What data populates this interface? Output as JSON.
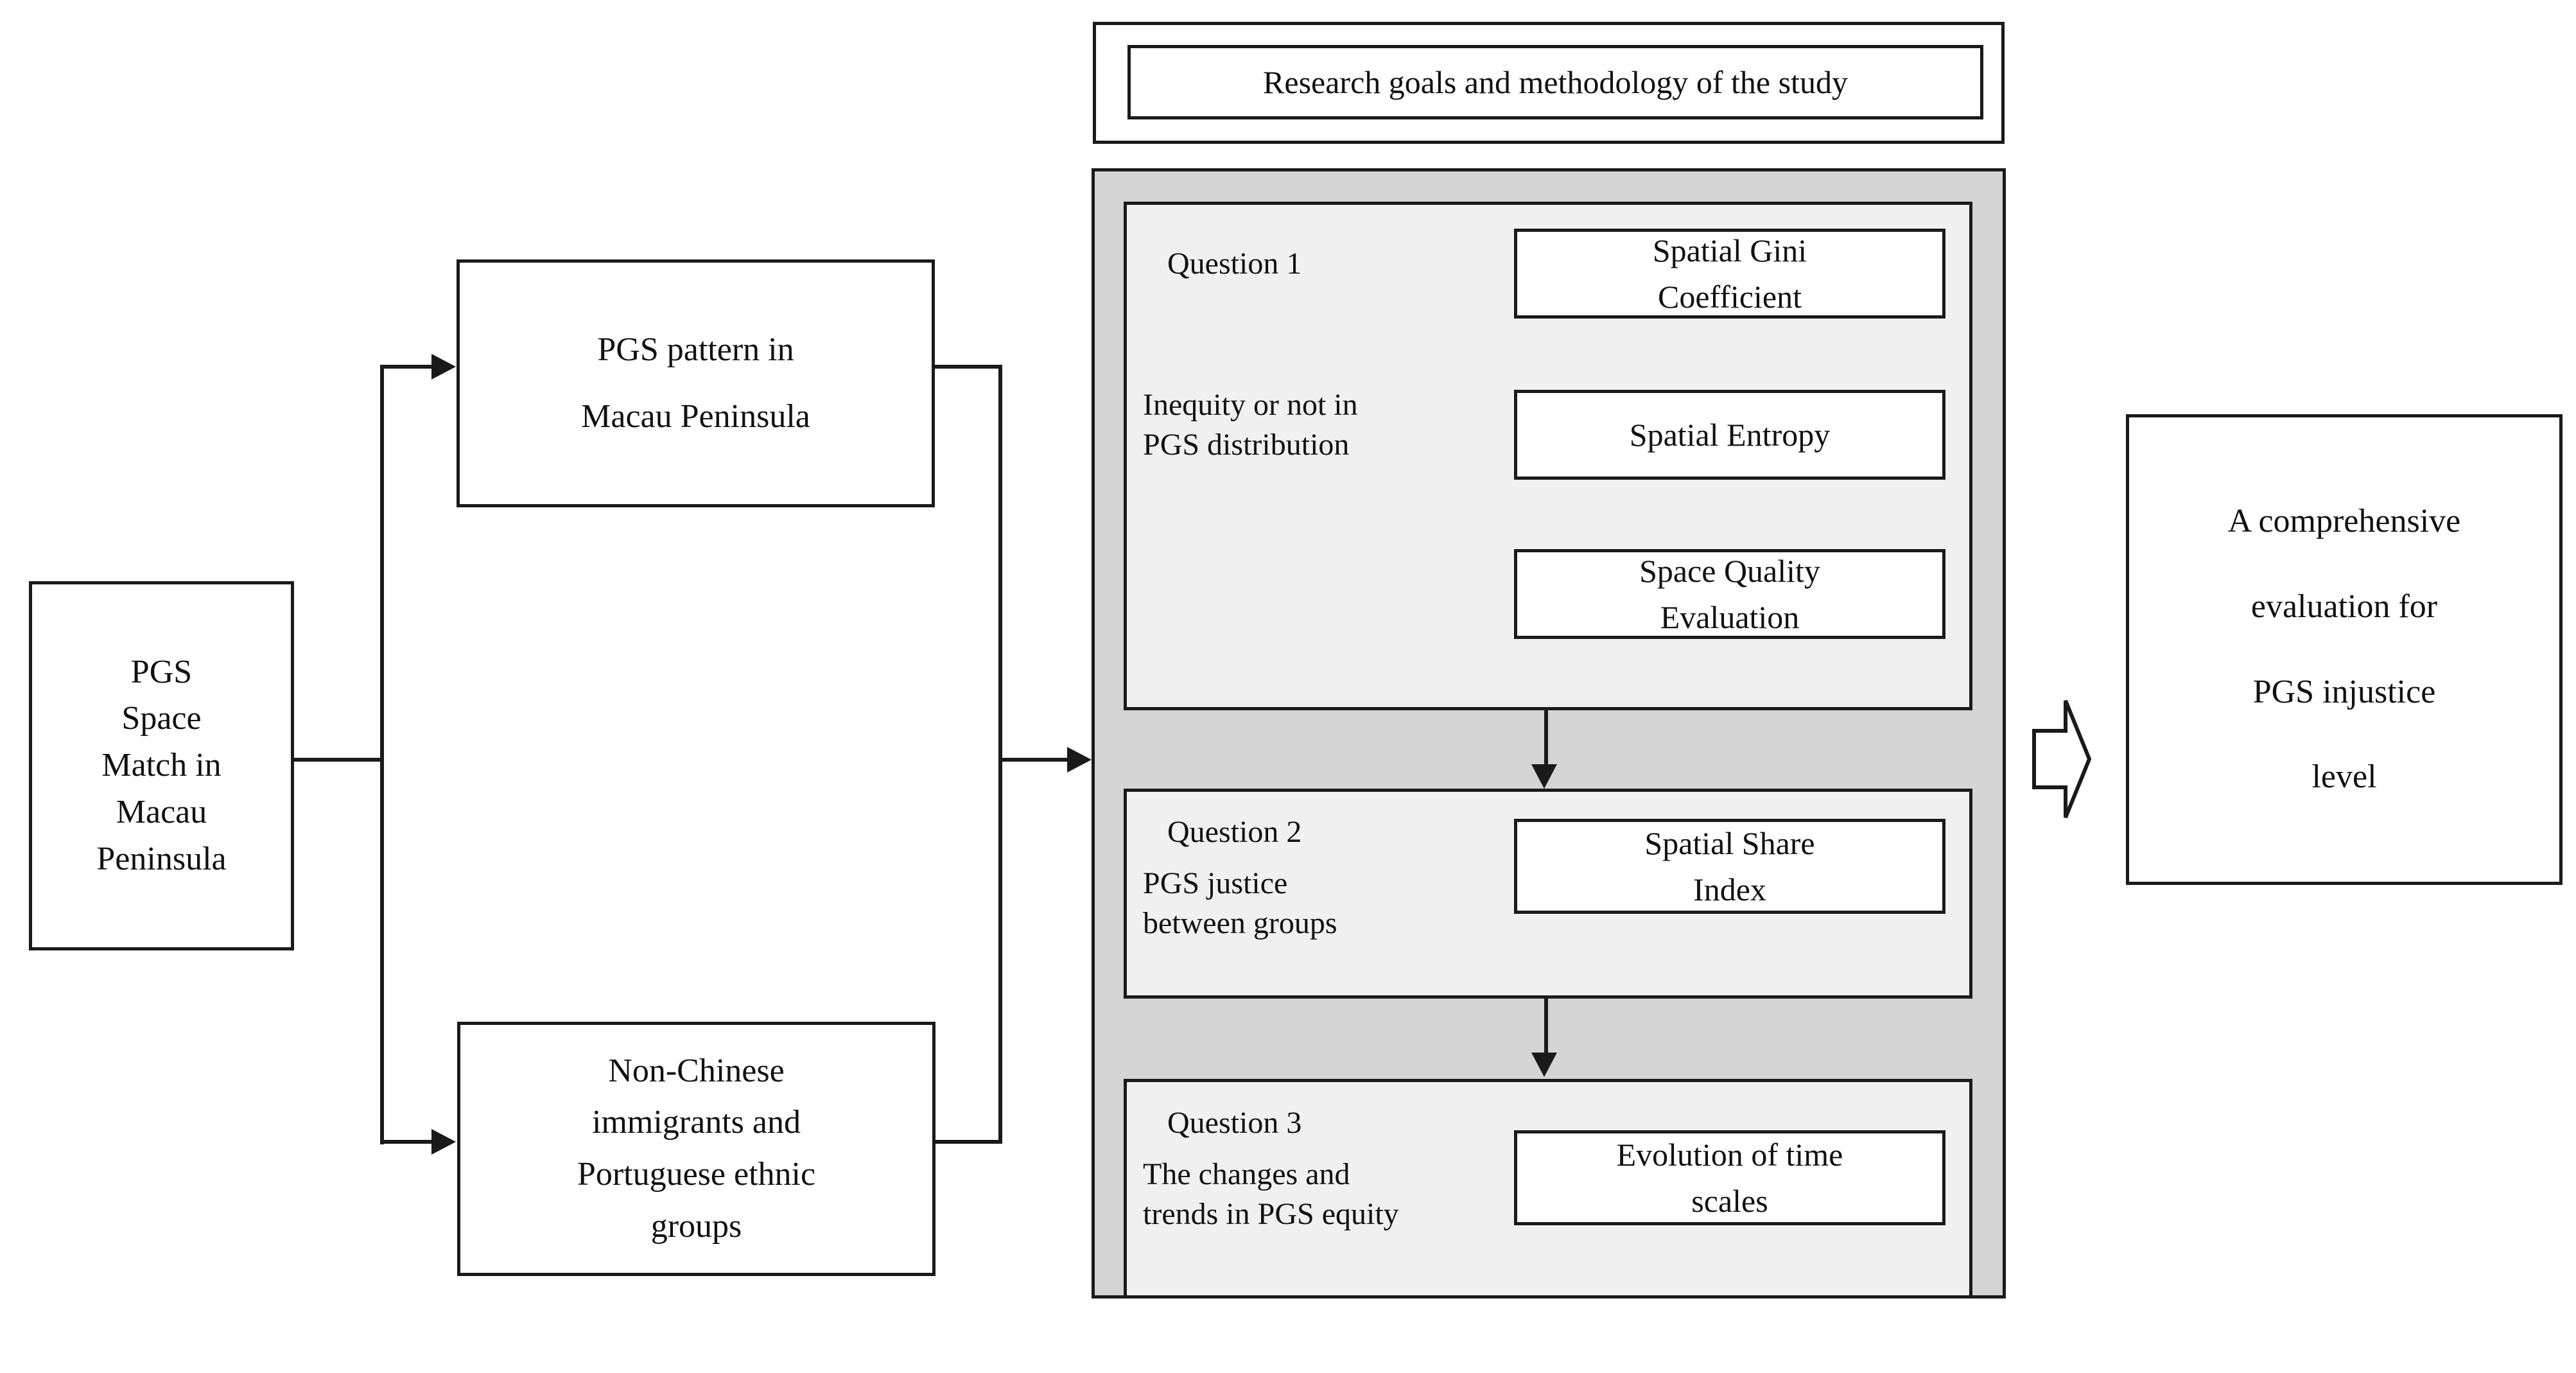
{
  "diagram": {
    "title_box": {
      "label": "Research goals and methodology of the study"
    },
    "seed": {
      "label": "PGS\nSpace\nMatch in\nMacau\nPeninsula"
    },
    "branches": [
      {
        "id": "pgs-pattern",
        "label": "PGS pattern in\nMacau Peninsula"
      },
      {
        "id": "ethnic-groups",
        "label": "Non-Chinese\nimmigrants and\nPortuguese ethnic\ngroups"
      }
    ],
    "questions": [
      {
        "id": "question-1",
        "number_label": "Question 1",
        "description": "Inequity or not in\nPGS distribution",
        "methods": [
          {
            "id": "spatial-gini-coefficient",
            "label": "Spatial Gini\nCoefficient"
          },
          {
            "id": "spatial-entropy",
            "label": "Spatial Entropy"
          },
          {
            "id": "space-quality-evaluation",
            "label": "Space Quality\nEvaluation"
          }
        ]
      },
      {
        "id": "question-2",
        "number_label": "Question 2",
        "description": "PGS justice\nbetween groups",
        "methods": [
          {
            "id": "spatial-share-index",
            "label": "Spatial Share\nIndex"
          }
        ]
      },
      {
        "id": "question-3",
        "number_label": "Question 3",
        "description": "The changes and\ntrends in PGS equity",
        "methods": [
          {
            "id": "evolution-of-time-scales",
            "label": "Evolution of time\nscales"
          }
        ]
      }
    ],
    "result": {
      "label": "A comprehensive\nevaluation for\nPGS injustice\nlevel"
    },
    "colors": {
      "outline": "#1a1a1a",
      "panel_gray": "#d4d4d4",
      "question_gray": "#f0f0f0",
      "box_white": "#ffffff"
    }
  }
}
